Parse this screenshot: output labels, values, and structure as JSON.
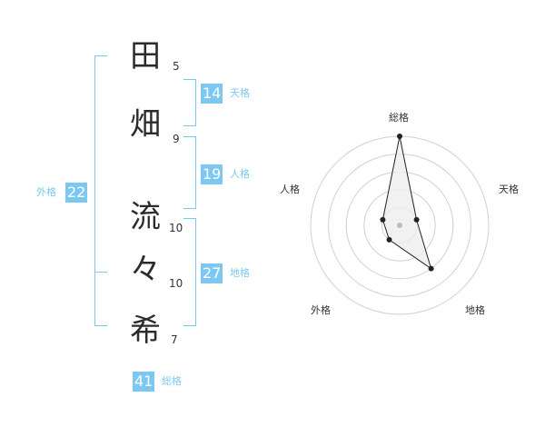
{
  "name_chars": [
    {
      "char": "田",
      "strokes": "5"
    },
    {
      "char": "畑",
      "strokes": "9"
    },
    {
      "char": "流",
      "strokes": "10"
    },
    {
      "char": "々",
      "strokes": "10"
    },
    {
      "char": "希",
      "strokes": "7"
    }
  ],
  "kaku": {
    "tenkaku": {
      "value": "14",
      "label": "天格"
    },
    "jinkaku": {
      "value": "19",
      "label": "人格"
    },
    "chikaku": {
      "value": "27",
      "label": "地格"
    },
    "gaikaku": {
      "value": "22",
      "label": "外格"
    },
    "soukaku": {
      "value": "41",
      "label": "総格"
    }
  },
  "radar": {
    "axes": [
      "総格",
      "天格",
      "地格",
      "外格",
      "人格"
    ],
    "values": [
      5,
      1,
      3,
      1,
      1
    ],
    "max": 5,
    "colors": {
      "grid": "#d0d0d0",
      "fill": "#eeeeee",
      "line": "#222222",
      "center": "#bbbbbb"
    }
  },
  "colors": {
    "accent": "#7cc8f2",
    "text": "#2b2b2b"
  }
}
